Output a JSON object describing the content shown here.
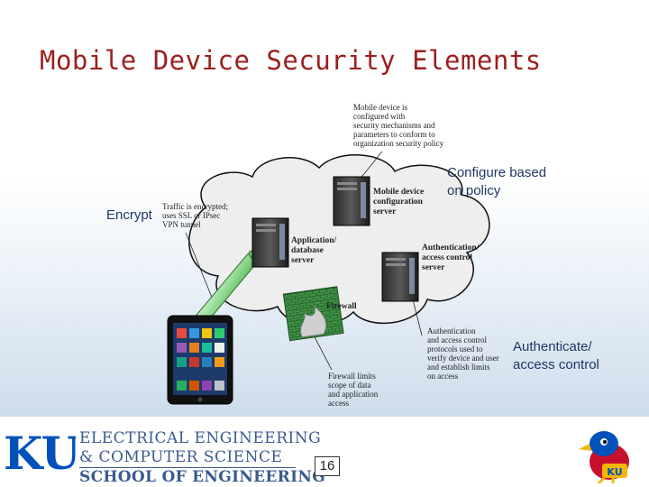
{
  "slide": {
    "title": "Mobile Device Security Elements",
    "page_number": "16"
  },
  "figure": {
    "labels": {
      "mobile_device_note": [
        "Mobile device is",
        "configured with",
        "security mechanisms and",
        "parameters to conform to",
        "organization security policy"
      ],
      "traffic_note": [
        "Traffic is encrypted;",
        "uses SSL or IPsec",
        "VPN tunnel"
      ],
      "mdc_server": [
        "Mobile device",
        "configuration",
        "server"
      ],
      "app_server": [
        "Application/",
        "database",
        "server"
      ],
      "auth_server": [
        "Authentication/",
        "access control",
        "server"
      ],
      "firewall": "Firewall",
      "auth_note": [
        "Authentication",
        "and access control",
        "protocols used to",
        "verify device and user",
        "and establish limits",
        "on access"
      ],
      "firewall_note": [
        "Firewall limits",
        "scope of data",
        "and application",
        "access"
      ]
    }
  },
  "callouts": {
    "configure": [
      "Configure based",
      "on policy"
    ],
    "encrypt": "Encrypt",
    "authenticate": [
      "Authenticate/",
      "access control"
    ]
  },
  "footer": {
    "logo_text": "KU",
    "line1": "ELECTRICAL ENGINEERING",
    "line2": "& COMPUTER SCIENCE",
    "line3": "SCHOOL OF ENGINEERING",
    "mascot_text": "KU"
  },
  "colors": {
    "title": "#9b1f1f",
    "ku_blue": "#0051ba",
    "footer_text": "#3b5b8e",
    "firewall_green": "#2e7d32",
    "tunnel_green": "#8fd68f"
  }
}
